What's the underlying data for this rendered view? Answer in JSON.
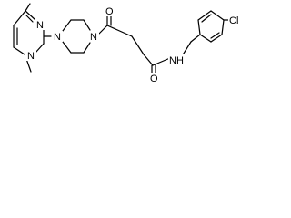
{
  "molecule": {
    "atoms": {
      "n_pyrimidine_top": "N",
      "n_pyrimidine_bottom": "N",
      "n_piperazine_left": "N",
      "n_piperazine_right": "N",
      "o_ketone": "O",
      "o_amide": "O",
      "n_amide": "NH",
      "cl": "Cl"
    },
    "colors": {
      "bond": "#000000",
      "label": "#000000",
      "background": "#ffffff"
    }
  }
}
